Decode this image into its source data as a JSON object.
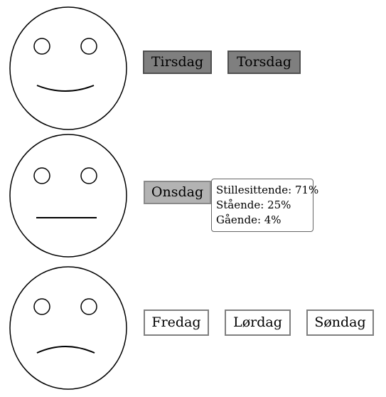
{
  "rows": [
    {
      "mood_icon": "happy-face-icon",
      "days": [
        {
          "label": "Tirsdag",
          "shade": "dark"
        },
        {
          "label": "Torsdag",
          "shade": "dark"
        }
      ]
    },
    {
      "mood_icon": "neutral-face-icon",
      "days": [
        {
          "label": "Onsdag",
          "shade": "mid"
        }
      ]
    },
    {
      "mood_icon": "sad-face-icon",
      "days": [
        {
          "label": "Fredag",
          "shade": "light"
        },
        {
          "label": "Lørdag",
          "shade": "light"
        },
        {
          "label": "Søndag",
          "shade": "light"
        }
      ]
    }
  ],
  "tooltip": {
    "lines": [
      "Stillesittende: 71%",
      "Stående: 25%",
      "Gående: 4%"
    ]
  },
  "colors": {
    "dark": "#7f7f7f",
    "mid": "#b3b3b3",
    "light": "#ffffff"
  }
}
